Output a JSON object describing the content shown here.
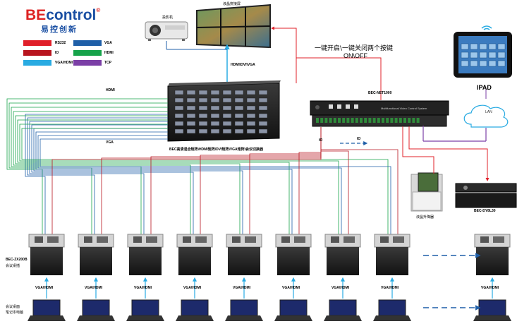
{
  "brand": {
    "name_prefix": "BE",
    "name_suffix": "control",
    "trademark": "®",
    "tagline": "易控创新"
  },
  "legend": [
    {
      "label": "RS232",
      "color": "#e0202a"
    },
    {
      "label": "VGA",
      "color": "#1f5fa8"
    },
    {
      "label": "IO",
      "color": "#b8151e"
    },
    {
      "label": "HDMI",
      "color": "#16a34a"
    },
    {
      "label": "VGA\\HDMI",
      "color": "#29abe2"
    },
    {
      "label": "TCP",
      "color": "#7b3fa6"
    }
  ],
  "devices": {
    "projector": "投影机",
    "video_wall": "液晶拼接屏",
    "matrix_output_label": "HDMI\\DVI\\VGA",
    "matrix_caption": "BEC高清混合矩阵\\HDMI矩阵\\DVI矩阵\\VGA矩阵\\会议切换器",
    "net_controller": "BEC-NET1000",
    "net_panel_text": "Multifunctional Video Control System",
    "onoff_zh": "一键开启\\一键关闭两个按键",
    "onoff_en": "ON\\OFF",
    "ipad": "IPAD",
    "lan": "LAN",
    "lift_monitor": "液晶升降器",
    "power_seq": "BEC-DY8L30",
    "box_model": "BEC-ZX200B",
    "box_caption": "会议桌插",
    "laptop_caption_1": "会议桌面",
    "laptop_caption_2": "笔记本电脑"
  },
  "line_labels": {
    "hdmi": "HDMI",
    "vga": "VGA",
    "io_left": "IO",
    "io_right": "IO"
  },
  "desk_boxes": [
    {
      "label": "VGA\\HDMI"
    },
    {
      "label": "VGA\\HDMI"
    },
    {
      "label": "VGA\\HDMI"
    },
    {
      "label": "VGA\\HDMI"
    },
    {
      "label": "VGA\\HDMI"
    },
    {
      "label": "VGA\\HDMI"
    },
    {
      "label": "VGA\\HDMI"
    },
    {
      "label": "VGA\\HDMI"
    },
    {
      "label": "VGA\\HDMI"
    }
  ]
}
